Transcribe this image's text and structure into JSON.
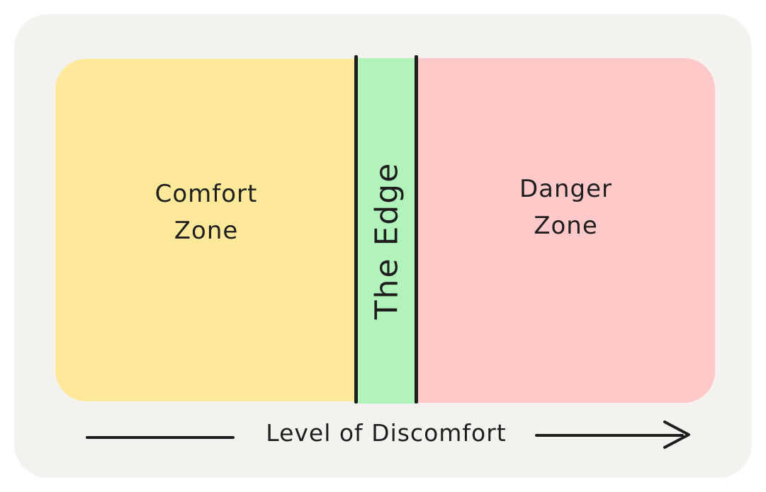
{
  "diagram": {
    "zones": {
      "comfort": {
        "line1": "Comfort",
        "line2": "Zone",
        "color": "#fde999"
      },
      "edge": {
        "label": "The Edge",
        "color": "#b2f2bb"
      },
      "danger": {
        "line1": "Danger",
        "line2": "Zone",
        "color": "#ffc9c9"
      }
    },
    "axis": {
      "label": "Level of Discomfort"
    },
    "background_color": "#f3f2ef",
    "ink_color": "#1e1e1e"
  }
}
